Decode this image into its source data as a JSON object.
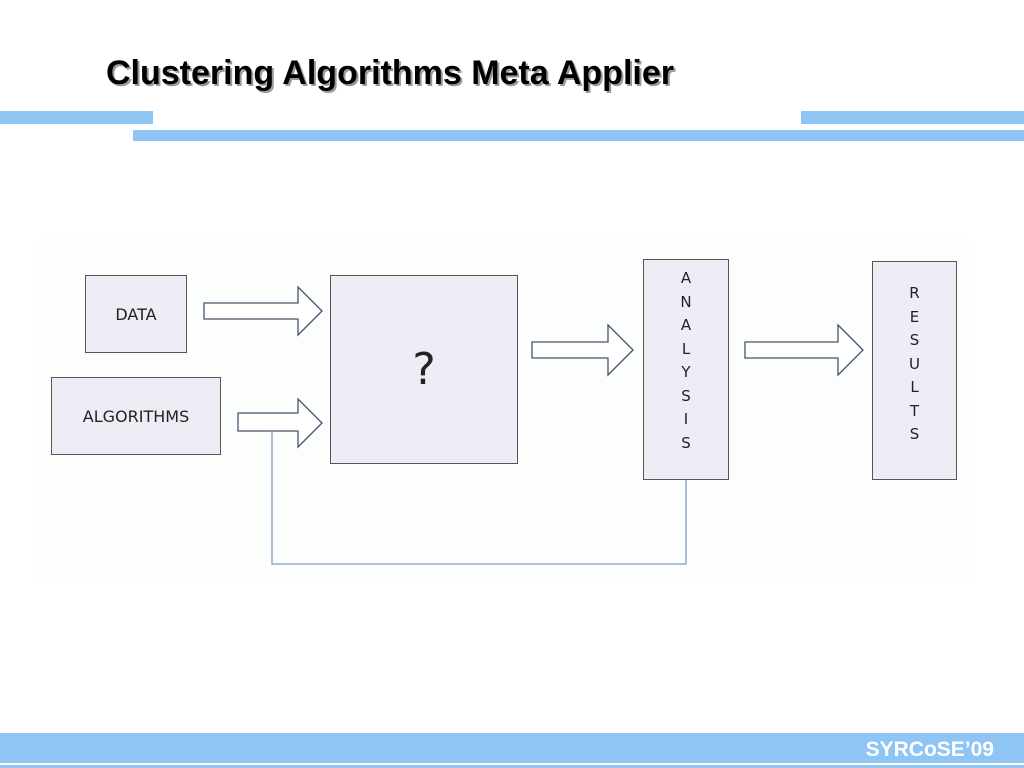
{
  "slide": {
    "title": "Clustering Algorithms Meta Applier",
    "footer": "SYRCoSE’09"
  },
  "diagram": {
    "data_label": "DATA",
    "algorithms_label": "ALGORITHMS",
    "unknown_label": "?",
    "analysis_letters": [
      "A",
      "N",
      "A",
      "L",
      "Y",
      "S",
      "I",
      "S"
    ],
    "results_letters": [
      "R",
      "E",
      "S",
      "U",
      "L",
      "T",
      "S"
    ]
  },
  "colors": {
    "accent_bar": "#8ec5f5",
    "box_fill": "#ecedf5",
    "feedback_line": "#7f9bc8"
  }
}
